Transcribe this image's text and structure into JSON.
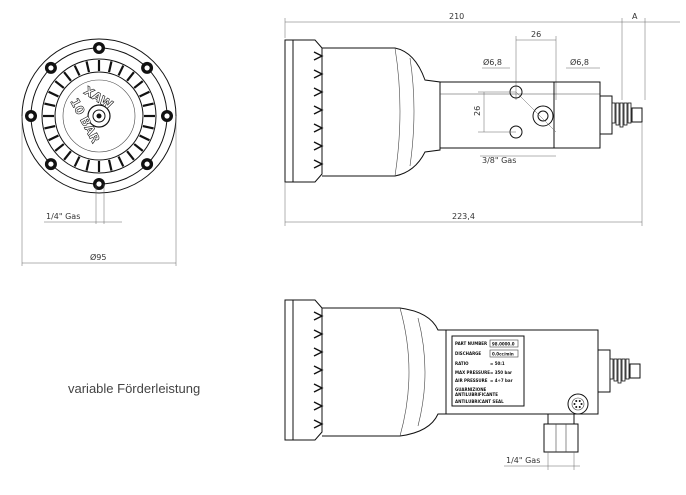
{
  "caption": "variable Förderleistung",
  "front_view": {
    "dim_port": "1/4\" Gas",
    "dim_diameter": "Ø95",
    "cap_text_1": "XAW",
    "cap_text_2": "10 BAR"
  },
  "side_view": {
    "dim_overall": "210",
    "dim_a": "A",
    "dim_spacing_h": "26",
    "dim_spacing_v": "26",
    "dim_hole_left": "Ø6,8",
    "dim_hole_right": "Ø6,8",
    "dim_thread": "3/8\" Gas",
    "dim_total": "223,4"
  },
  "bottom_view": {
    "dim_port": "1/4\" Gas",
    "plate": {
      "part_number_label": "PART NUMBER",
      "part_number_value": "98.0000.0",
      "discharge_label": "DISCHARGE",
      "discharge_value": "0.0cc/min",
      "ratio_label": "RATIO",
      "ratio_value": "= 50:1",
      "max_pressure_label": "MAX PRESSURE",
      "max_pressure_value": "= 350 bar",
      "air_pressure_label": "AIR PRESSURE",
      "air_pressure_value": "= 4÷7 bar",
      "brand_line_1": "GUARNIZIONE",
      "brand_line_2": "ANTILUBRIFICANTE",
      "brand_line_3": "ANTILUBRICANT SEAL"
    }
  }
}
